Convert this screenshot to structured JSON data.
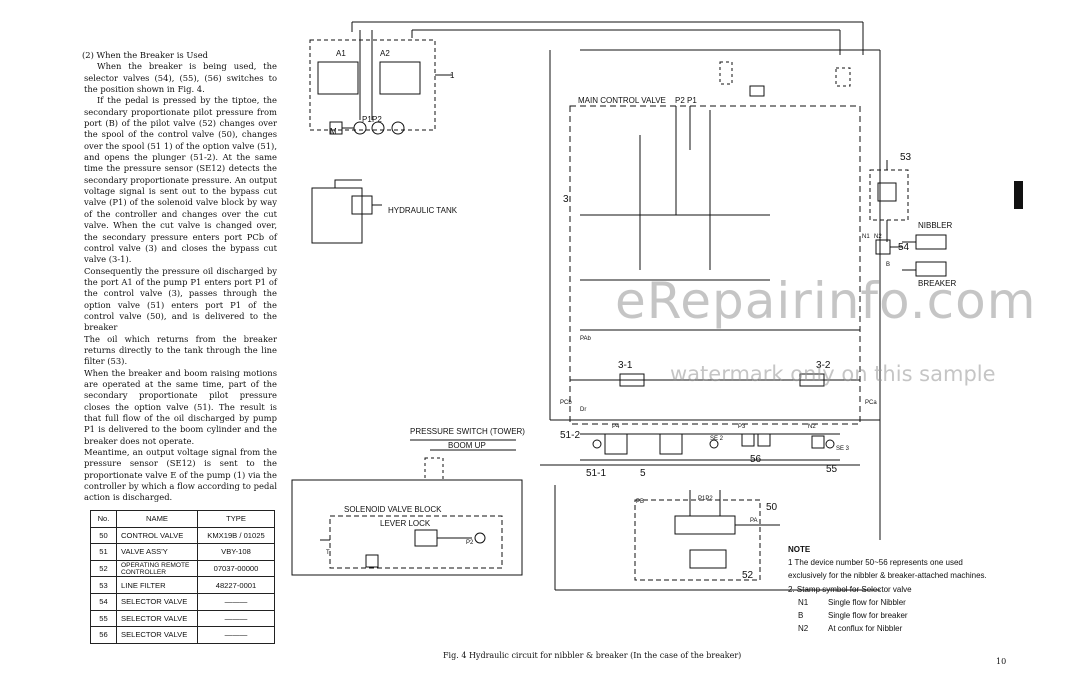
{
  "section": {
    "heading": "(2)  When the Breaker is Used",
    "paragraphs": [
      "When the breaker is being used, the selector valves (54), (55), (56) switches to the position shown in Fig. 4.",
      "If the pedal is pressed by the tiptoe, the secondary proportionate pilot pressure from port (B) of the pilot valve (52) changes over the spool of the control valve (50), changes over the spool (51 1) of the option valve (51), and opens the plunger (51-2). At the same time the pressure sensor (SE12) detects the secondary proportionate pressure. An output voltage signal is sent out to the bypass cut valve (P1) of the solenoid valve block by way of the controller and changes over the cut valve. When the cut valve is changed over, the secondary pressure enters port PCb of control valve (3) and closes the bypass cut valve (3-1).",
      "Consequently the pressure oil discharged by the port A1 of the pump P1 enters port P1 of the control valve (3), passes through the option valve (51) enters port P1 of the control valve (50), and is delivered to the breaker",
      "The oil which returns from the breaker returns directly to the tank through the line filter (53).",
      "When the breaker and boom raising motions are operated at the same time, part of the secondary proportionate pilot pressure closes the option valve (51). The result is that full flow of the oil discharged by pump P1 is delivered to the boom cylinder and the breaker does not operate.",
      "Meantime, an output voltage signal from the pressure sensor (SE12) is sent to the proportionate valve E of the pump (1) via the controller by which a flow according to pedal action is discharged."
    ]
  },
  "parts_table": {
    "headers": [
      "No.",
      "NAME",
      "TYPE"
    ],
    "rows": [
      {
        "no": "50",
        "name": "CONTROL VALVE",
        "type": "KMX19B / 01025"
      },
      {
        "no": "51",
        "name": "VALVE ASS'Y",
        "type": "VBY-108"
      },
      {
        "no": "52",
        "name": "OPERATING REMOTE CONTROLLER",
        "type": "07037-00000"
      },
      {
        "no": "53",
        "name": "LINE FILTER",
        "type": "48227-0001"
      },
      {
        "no": "54",
        "name": "SELECTOR VALVE",
        "type": "———"
      },
      {
        "no": "55",
        "name": "SELECTOR VALVE",
        "type": "———"
      },
      {
        "no": "56",
        "name": "SELECTOR VALVE",
        "type": "———"
      }
    ]
  },
  "diagram": {
    "labels": {
      "hydraulic_tank": "HYDRAULIC TANK",
      "main_control_valve": "MAIN CONTROL VALVE",
      "pressure_switch": "PRESSURE SWITCH (TOWER)",
      "boom_up": "BOOM UP",
      "solenoid_valve_block": "SOLENOID VALVE BLOCK",
      "lever_lock": "LEVER LOCK",
      "nibbler": "NIBBLER",
      "breaker": "BREAKER",
      "ref_1": "1",
      "ref_3": "3",
      "ref_3_1": "3-1",
      "ref_3_2": "3-2",
      "ref_50": "50",
      "ref_51_1": "51-1",
      "ref_51_2": "51-2",
      "ref_5": "5",
      "ref_52": "52",
      "ref_53": "53",
      "ref_54": "54",
      "ref_55": "55",
      "ref_56": "56",
      "port_a1": "A1",
      "port_a2": "A2",
      "port_p1": "P1",
      "port_p2": "P2",
      "port_p3": "P3",
      "port_p4": "P4",
      "port_pa": "PA",
      "port_pb": "PB",
      "port_pab": "PAb",
      "port_pcb": "PCb",
      "port_pca": "PCa",
      "port_n1": "N1",
      "port_n2": "N2",
      "port_b": "B",
      "port_se2": "SE 2",
      "port_se3": "SE 3",
      "port_dr": "Dr",
      "port_t": "T",
      "port_m": "M",
      "p1p2": "P1P2"
    }
  },
  "note": {
    "title": "NOTE",
    "item1": "1  The device number 50~56 represents one used exclusively for the nibbler & breaker-attached machines.",
    "item2": "2. Stamp symbol for Selector valve",
    "symbols": [
      {
        "key": "N1",
        "desc": "Single flow for Nibbler"
      },
      {
        "key": "B",
        "desc": "Single flow for breaker"
      },
      {
        "key": "N2",
        "desc": "At conflux for Nibbler"
      }
    ]
  },
  "caption": "Fig. 4   Hydraulic circuit for nibbler & breaker (In the case of the breaker)",
  "page_number": "10",
  "watermark": {
    "main": "eRepairinfo.com",
    "sub": "watermark only on this sample"
  }
}
